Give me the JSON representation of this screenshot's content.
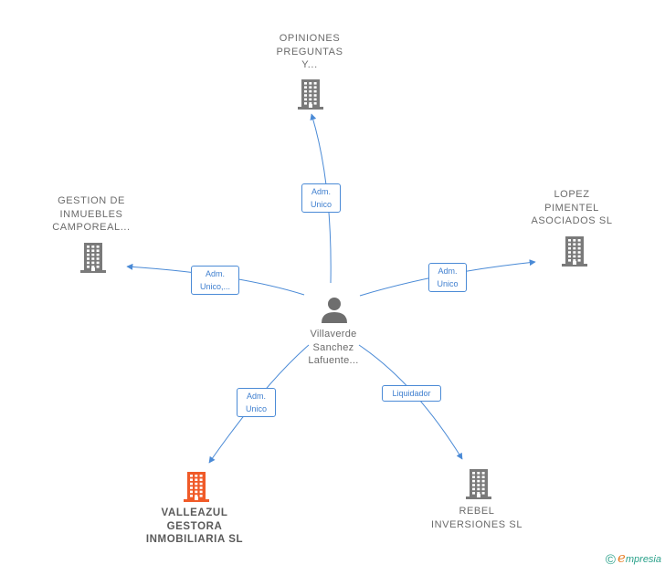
{
  "center": {
    "name": "Villaverde\nSanchez\nLafuente..."
  },
  "companies": [
    {
      "id": "opiniones",
      "name": "OPINIONES\nPREGUNTAS\nY...",
      "color": "#7a7a7a"
    },
    {
      "id": "gestion",
      "name": "GESTION DE\nINMUEBLES\nCAMPOREAL...",
      "color": "#7a7a7a"
    },
    {
      "id": "lopez",
      "name": "LOPEZ\nPIMENTEL\nASOCIADOS SL",
      "color": "#7a7a7a"
    },
    {
      "id": "valleazul",
      "name": "VALLEAZUL\nGESTORA\nINMOBILIARIA SL",
      "color": "#f05a28",
      "highlight": true
    },
    {
      "id": "rebel",
      "name": "REBEL\nINVERSIONES SL",
      "color": "#7a7a7a"
    }
  ],
  "relations": [
    {
      "to": "opiniones",
      "label": "Adm.\nUnico"
    },
    {
      "to": "gestion",
      "label": "Adm.\nUnico,..."
    },
    {
      "to": "lopez",
      "label": "Adm.\nUnico"
    },
    {
      "to": "valleazul",
      "label": "Adm.\nUnico"
    },
    {
      "to": "rebel",
      "label": "Liquidador"
    }
  ],
  "colors": {
    "edge": "#4a8ad6",
    "person": "#6e6e6e"
  },
  "brand": {
    "symbol": "©",
    "initial": "e",
    "rest": "mpresia"
  }
}
